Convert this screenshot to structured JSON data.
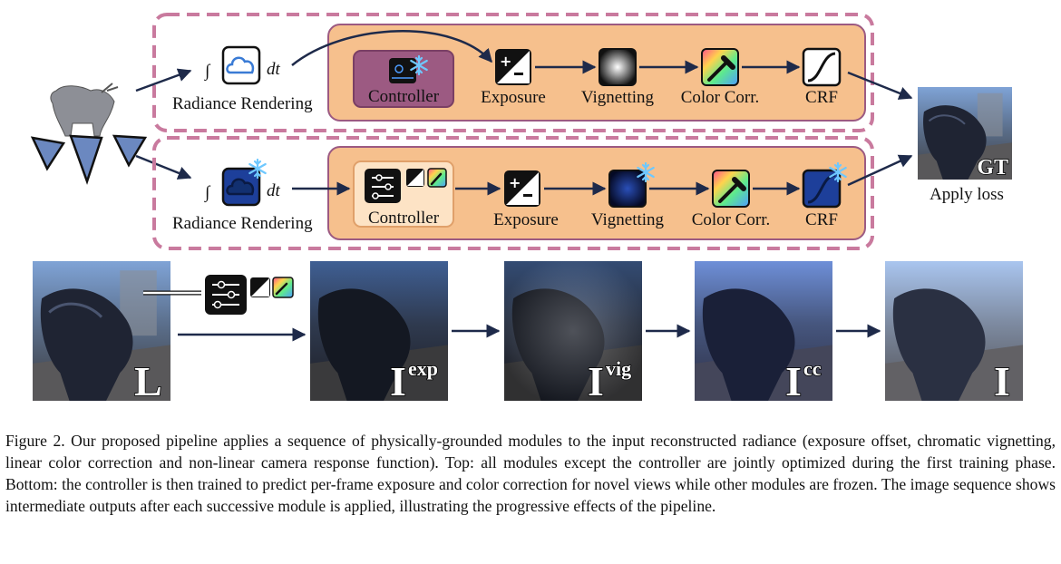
{
  "top_row": {
    "radiance_label": "Radiance Rendering",
    "integral_dt": "dt",
    "controller_label": "Controller",
    "modules": [
      "Exposure",
      "Vignetting",
      "Color Corr.",
      "CRF"
    ]
  },
  "bottom_row": {
    "radiance_label": "Radiance Rendering",
    "integral_dt": "dt",
    "controller_label": "Controller",
    "modules": [
      "Exposure",
      "Vignetting",
      "Color Corr.",
      "CRF"
    ]
  },
  "ground_truth": {
    "badge": "GT",
    "label": "Apply loss"
  },
  "image_sequence": [
    {
      "base": "L",
      "sup": ""
    },
    {
      "base": "I",
      "sup": "exp"
    },
    {
      "base": "I",
      "sup": "vig"
    },
    {
      "base": "I",
      "sup": "cc"
    },
    {
      "base": "I",
      "sup": ""
    }
  ],
  "colors": {
    "dashed_border": "#c97a9e",
    "module_panel": "#f6c08d",
    "controller_top": "#9c5a82",
    "controller_bottom": "#fde3c5",
    "icon_bg": "#111111",
    "arrow": "#1e2a4a"
  },
  "caption": "Figure 2. Our proposed pipeline applies a sequence of physically-grounded modules to the input reconstructed radiance (exposure offset, chromatic vignetting, linear color correction and non-linear camera response function). Top: all modules except the controller are jointly optimized during the first training phase. Bottom: the controller is then trained to predict per-frame exposure and color correction for novel views while other modules are frozen. The image sequence shows intermediate outputs after each successive module is applied, illustrating the progressive effects of the pipeline."
}
